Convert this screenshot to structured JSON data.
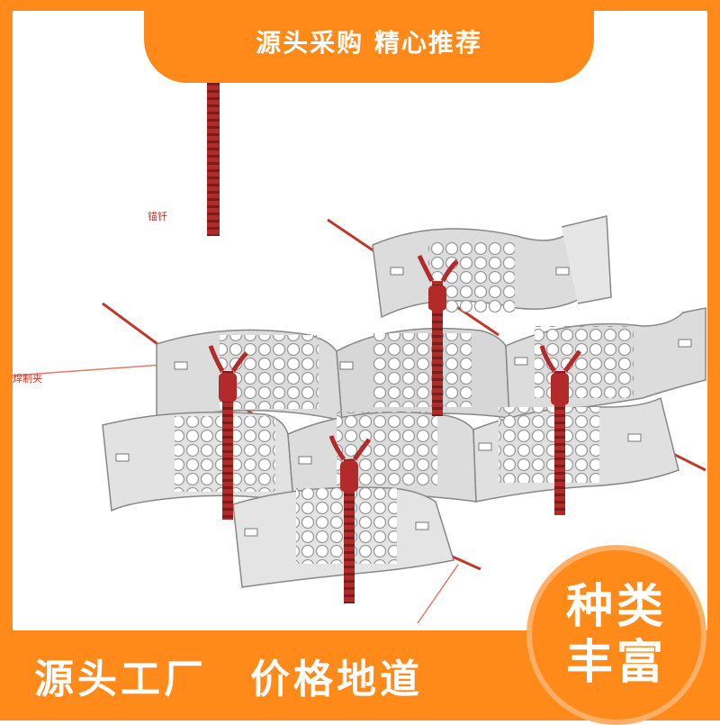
{
  "top_banner": {
    "text": "源头采购 精心推荐"
  },
  "product_labels": {
    "anchor": "锚钎",
    "cell": "焊制夹"
  },
  "bottom_bar": {
    "text": "源头工厂　价格地道"
  },
  "badge": {
    "line1": "种类",
    "line2": "丰富"
  },
  "colors": {
    "accent": "#ff8a1a",
    "rod": "#b22a2a",
    "panel": "#dcdcdc"
  }
}
